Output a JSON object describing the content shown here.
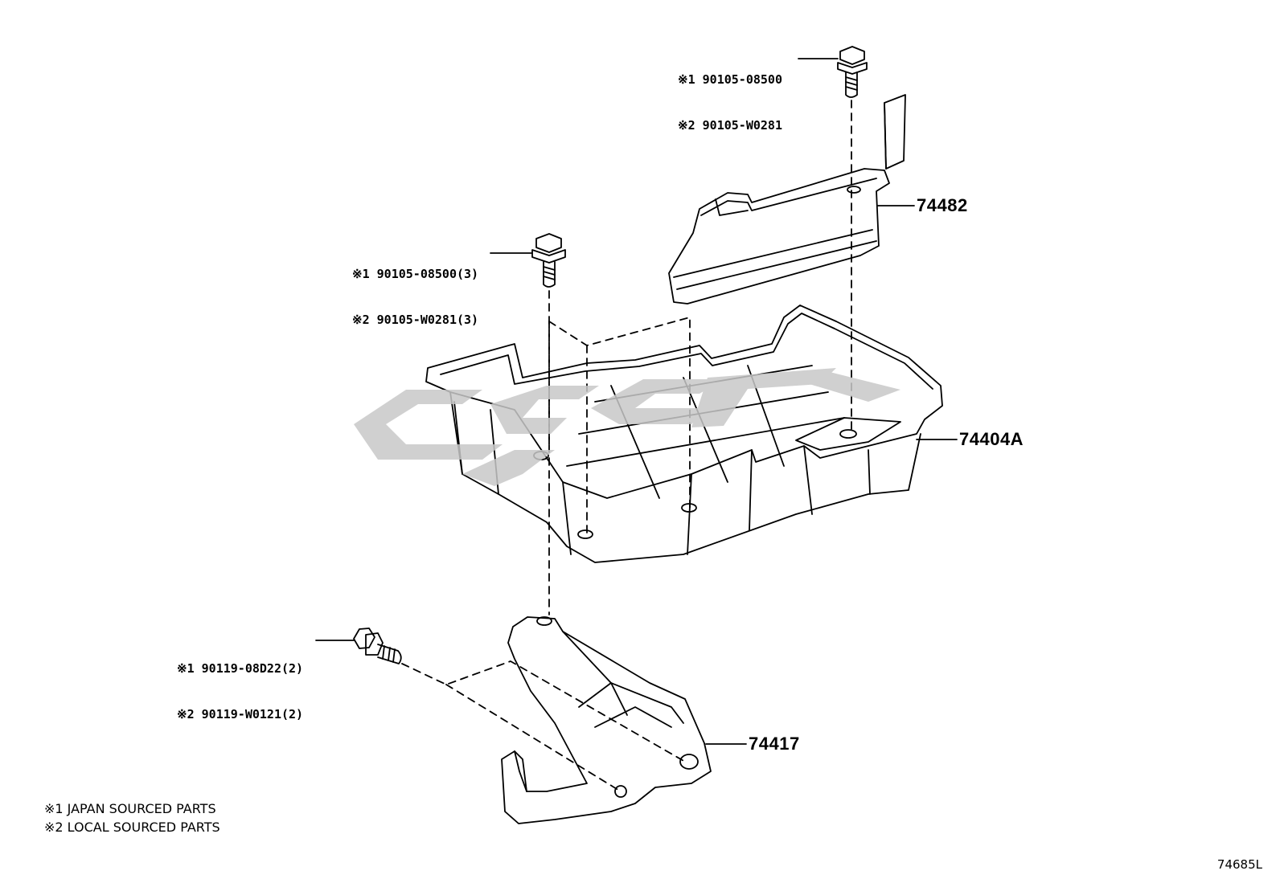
{
  "callouts": {
    "top_bolt": {
      "line1": "※1 90105-08500",
      "line2": "※2 90105-W0281"
    },
    "left_bolt": {
      "line1": "※1 90105-08500(3)",
      "line2": "※2 90105-W0281(3)"
    },
    "bottom_bolt": {
      "line1": "※1 90119-08D22(2)",
      "line2": "※2 90119-W0121(2)"
    }
  },
  "parts": {
    "clamp": "74482",
    "tray": "74404A",
    "bracket": "74417"
  },
  "legend": {
    "note1": "※1 JAPAN SOURCED PARTS",
    "note2": "※2 LOCAL SOURCED PARTS"
  },
  "diagram_code": "74685L",
  "colors": {
    "line": "#000000",
    "watermark": "#c8c8c8"
  }
}
